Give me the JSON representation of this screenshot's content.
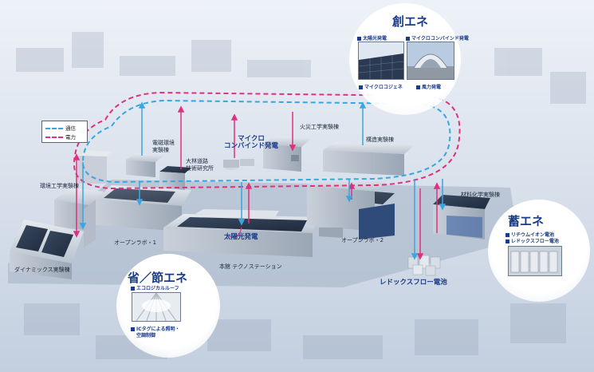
{
  "legend": {
    "comm_label": "通信",
    "power_label": "電力",
    "comm_color": "#3aa6e0",
    "power_color": "#e0307f"
  },
  "sou_ene": {
    "title": "創エネ",
    "items": [
      "太陽光発電",
      "マイクロコンバインド発電",
      "マイクロコジェネ",
      "風力発電"
    ]
  },
  "chiku_ene": {
    "title": "蓄エネ",
    "items": [
      "リチウムイオン電池",
      "レドックスフロー電池"
    ]
  },
  "sho_ene": {
    "title": "省／節エネ",
    "items": [
      "エコロジカルルーフ",
      "ICタグによる照明・",
      "空調制御"
    ]
  },
  "buildings": {
    "denji": [
      "電磁環境",
      "実験棟"
    ],
    "obayashi": [
      "大林道路",
      "技術研究所"
    ],
    "kasai": "火災工学実験棟",
    "kouzou": "構造実験棟",
    "kankyo": "環境工学実験棟",
    "zairyo": "材料化学実験棟",
    "dynamics": "ダイナミックス実験棟",
    "openlab1": "オープンラボ・1",
    "openlab2": "オープンラボ・2",
    "honkan": "本館 テクノステーション"
  },
  "callouts": {
    "micro": [
      "マイクロ",
      "コンバインド発電"
    ],
    "solar": "太陽光発電",
    "redox": "レドックスフロー電池"
  }
}
